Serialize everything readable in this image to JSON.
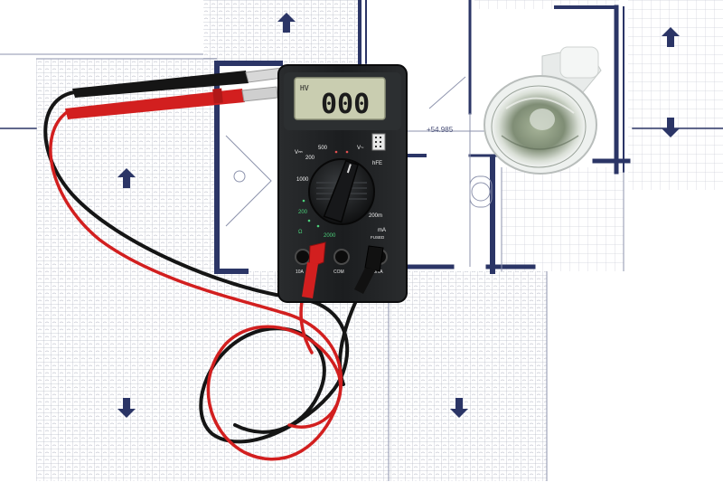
{
  "meter": {
    "mode_label": "HV",
    "reading": "000",
    "brand_label": "FUSED",
    "colors": {
      "body": "#1b1d1f",
      "lcd": "#c9cdb0",
      "red_lead": "#d21f1f",
      "black_lead": "#151515",
      "blueprint": "#2b3566"
    }
  },
  "dial_labels": {
    "v_dc": "V⎓",
    "v_ac": "V~",
    "hfe": "hFE",
    "k1000": "1000",
    "v500": "500",
    "v200": "200",
    "ohm200": "200",
    "ohm2000": "2000",
    "ma200": "200m",
    "ohm": "Ω",
    "a10": "10A",
    "ma": "mA",
    "com": "COM",
    "vma": "VΩmA"
  },
  "blueprint": {
    "dimension_text": "+54.985"
  }
}
